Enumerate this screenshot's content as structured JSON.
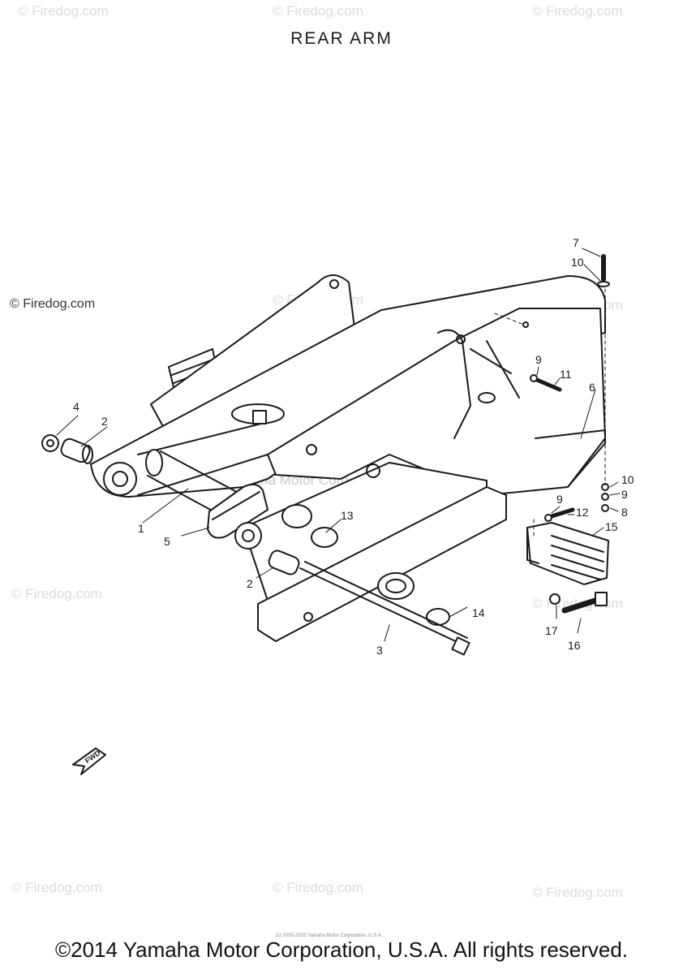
{
  "title": "REAR ARM",
  "watermarks": {
    "firedog": "© Firedog.com",
    "yamaha_center": "Yamaha Motor Corp, U.S.A."
  },
  "fwd_label": "FWD",
  "tiny_note": "(c) 2005-2015 Yamaha Motor Corporation, U.S.A.",
  "copyright": "©2014 Yamaha Motor Corporation, U.S.A. All rights reserved.",
  "callouts": {
    "c1": "1",
    "c2a": "2",
    "c2b": "2",
    "c3": "3",
    "c4": "4",
    "c5": "5",
    "c6": "6",
    "c7": "7",
    "c8": "8",
    "c9a": "9",
    "c9b": "9",
    "c9c": "9",
    "c10a": "10",
    "c10b": "10",
    "c11": "11",
    "c12": "12",
    "c13": "13",
    "c14": "14",
    "c15": "15",
    "c16": "16",
    "c17": "17"
  }
}
